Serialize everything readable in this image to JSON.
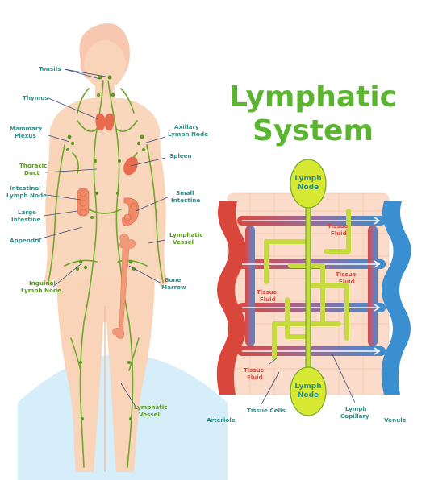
{
  "title": {
    "line1": "Lymphatic",
    "line2": "System"
  },
  "body_labels": {
    "tonsils": "Tonsils",
    "thymus": "Thymus",
    "mammary_line1": "Mammary",
    "mammary_line2": "Plexus",
    "axillary_line1": "Axillary",
    "axillary_line2": "Lymph Node",
    "spleen": "Spleen",
    "thoracic_line1": "Thoracic",
    "thoracic_line2": "Duct",
    "intestinal_line1": "Intestinal",
    "intestinal_line2": "Lymph Node",
    "small_line1": "Small",
    "small_line2": "Intestine",
    "large_line1": "Large",
    "large_line2": "Intestine",
    "appendix": "Appendix",
    "lymph_vessel_line1": "Lymphatic",
    "lymph_vessel_line2": "Vessel",
    "bone_line1": "Bone",
    "bone_line2": "Marrow",
    "inguinal_line1": "Inguinal",
    "inguinal_line2": "Lymph Node",
    "lymph_vessel2_line1": "Lymphatic",
    "lymph_vessel2_line2": "Vessel"
  },
  "capillary_labels": {
    "lymph_node_top_line1": "Lymph",
    "lymph_node_top_line2": "Node",
    "lymph_node_bottom_line1": "Lymph",
    "lymph_node_bottom_line2": "Node",
    "tissue_fluid": "Tissue",
    "tissue_fluid_2": "Fluid",
    "arteriole": "Arteriole",
    "tissue_cells": "Tissue Cells",
    "lymph_capillary_line1": "Lymph",
    "lymph_capillary_line2": "Capillary",
    "venule": "Venule"
  },
  "colors": {
    "title_green": "#5bb531",
    "label_teal": "#2f8f8a",
    "artery_red": "#d9473c",
    "vein_blue": "#3a8fd0",
    "lymph_green": "#c5dc3c",
    "skin": "#f9cfa9",
    "organ_red": "#e86b4e",
    "bg_blue": "#d5eef9"
  }
}
